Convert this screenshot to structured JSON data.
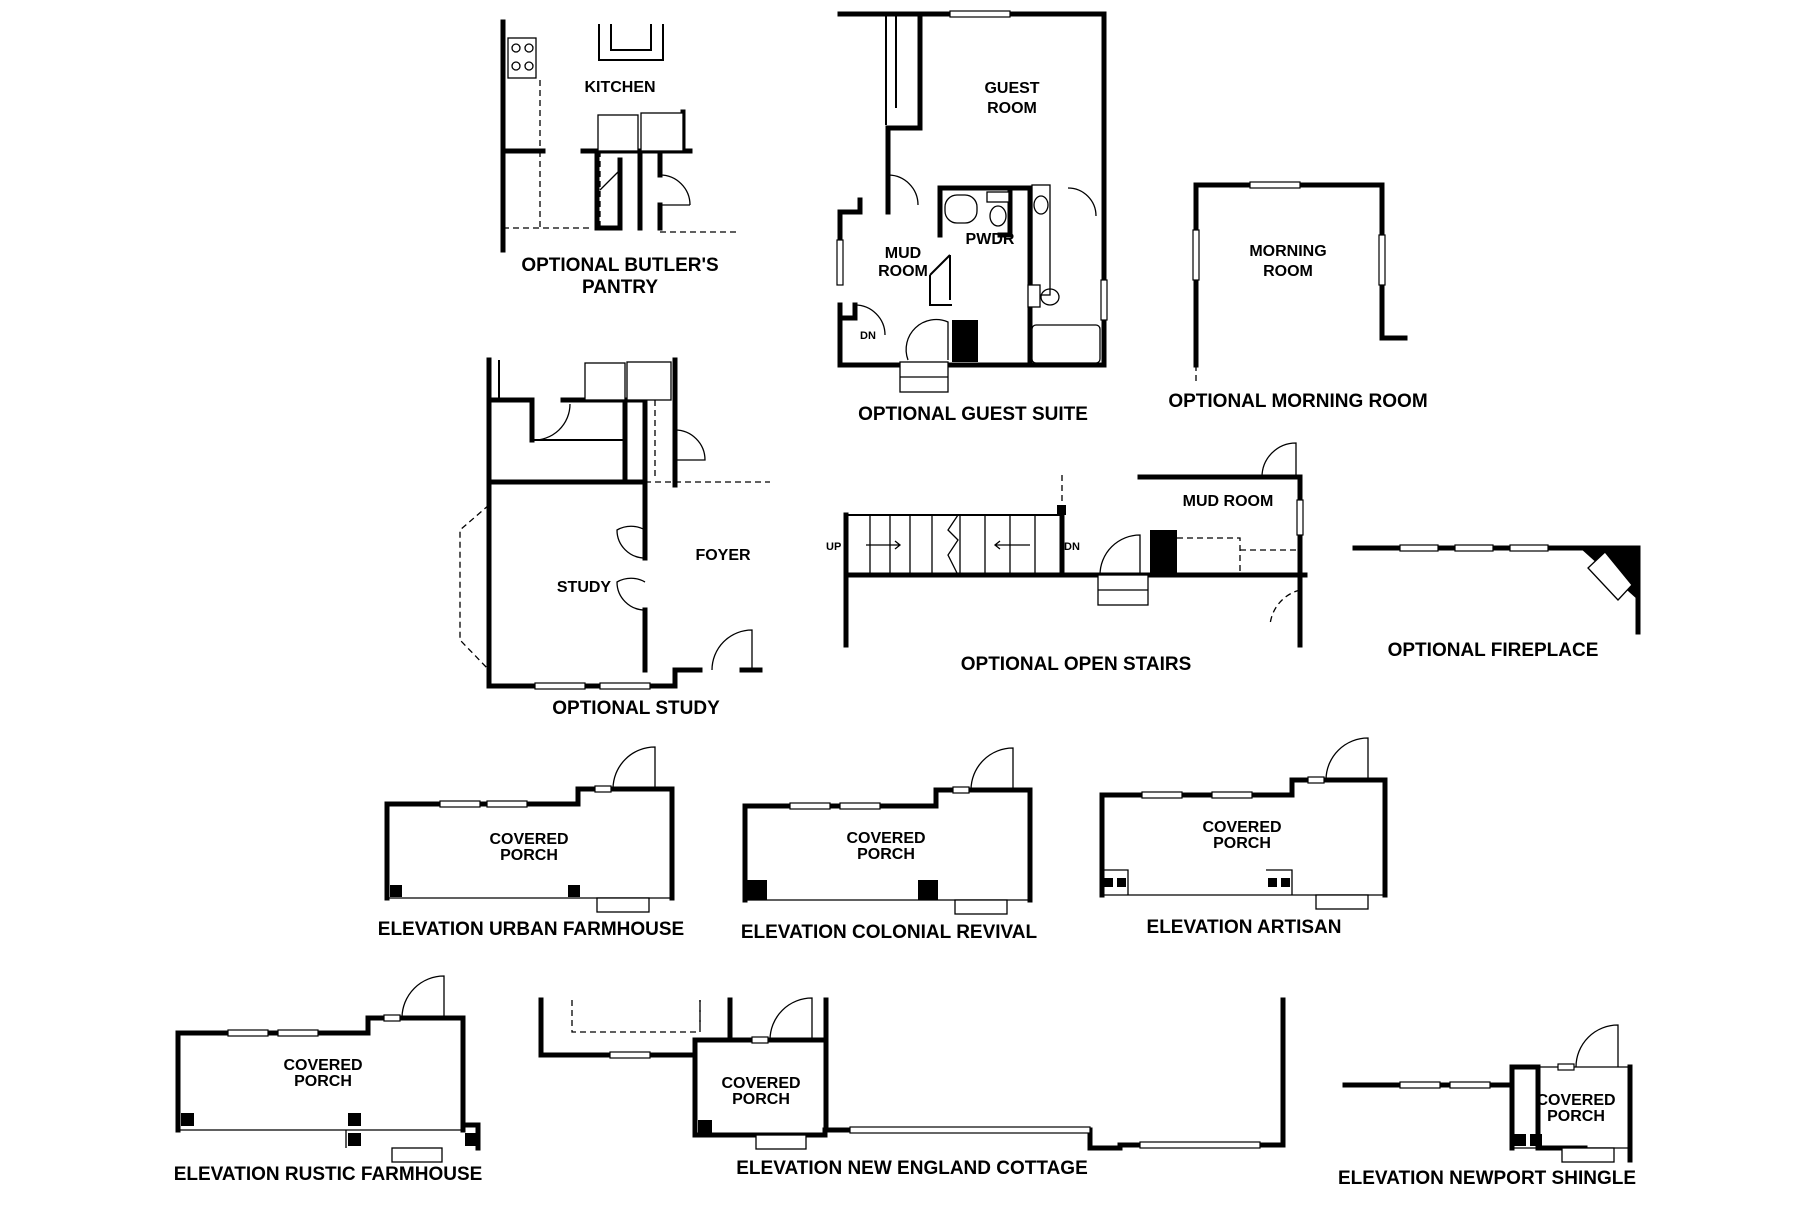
{
  "plans": {
    "butlers_pantry": {
      "caption": "OPTIONAL BUTLER'S PANTRY",
      "caption_line1": "OPTIONAL BUTLER'S",
      "caption_line2": "PANTRY",
      "kitchen": "KITCHEN"
    },
    "guest_suite": {
      "caption": "OPTIONAL GUEST SUITE",
      "guest_room_line1": "GUEST",
      "guest_room_line2": "ROOM",
      "mud_room_line1": "MUD",
      "mud_room_line2": "ROOM",
      "pwdr": "PWDR",
      "dn": "DN"
    },
    "morning_room": {
      "caption": "OPTIONAL MORNING ROOM",
      "room_line1": "MORNING",
      "room_line2": "ROOM"
    },
    "study": {
      "caption": "OPTIONAL STUDY",
      "study": "STUDY",
      "foyer": "FOYER"
    },
    "open_stairs": {
      "caption": "OPTIONAL OPEN STAIRS",
      "mud_room": "MUD ROOM",
      "up": "UP",
      "dn": "DN"
    },
    "fireplace": {
      "caption": "OPTIONAL FIREPLACE"
    },
    "urban_farmhouse": {
      "caption": "ELEVATION URBAN FARMHOUSE",
      "porch_line1": "COVERED",
      "porch_line2": "PORCH"
    },
    "colonial_revival": {
      "caption": "ELEVATION COLONIAL REVIVAL",
      "porch_line1": "COVERED",
      "porch_line2": "PORCH"
    },
    "artisan": {
      "caption": "ELEVATION ARTISAN",
      "porch_line1": "COVERED",
      "porch_line2": "PORCH"
    },
    "rustic_farmhouse": {
      "caption": "ELEVATION RUSTIC FARMHOUSE",
      "porch_line1": "COVERED",
      "porch_line2": "PORCH"
    },
    "new_england_cottage": {
      "caption": "ELEVATION NEW ENGLAND COTTAGE",
      "porch_line1": "COVERED",
      "porch_line2": "PORCH"
    },
    "newport_shingle": {
      "caption": "ELEVATION NEWPORT SHINGLE",
      "porch_line1": "COVERED",
      "porch_line2": "PORCH"
    }
  }
}
